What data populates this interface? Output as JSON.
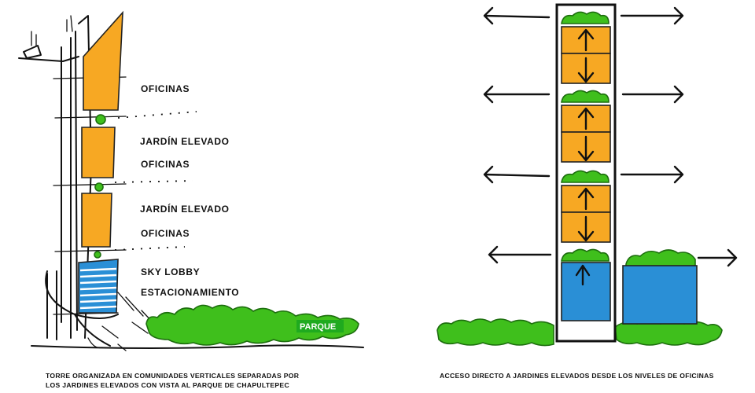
{
  "left_diagram": {
    "labels": [
      "OFICINAS",
      "JARDÍN ELEVADO",
      "OFICINAS",
      "JARDÍN ELEVADO",
      "OFICINAS",
      "SKY LOBBY",
      "ESTACIONAMIENTO"
    ],
    "park_label": "PARQUE",
    "caption_line1": "TORRE ORGANIZADA EN COMUNIDADES VERTICALES SEPARADAS POR",
    "caption_line2": "LOS JARDINES ELEVADOS CON VISTA AL PARQUE DE CHAPULTEPEC"
  },
  "right_diagram": {
    "caption": "ACCESO DIRECTO A JARDINES ELEVADOS DESDE LOS NIVELES DE OFICINAS"
  },
  "colors": {
    "office": "#f7a823",
    "lobby": "#2a8fd6",
    "garden": "#3fbf1c",
    "park_label_bg": "#1faa1f"
  }
}
